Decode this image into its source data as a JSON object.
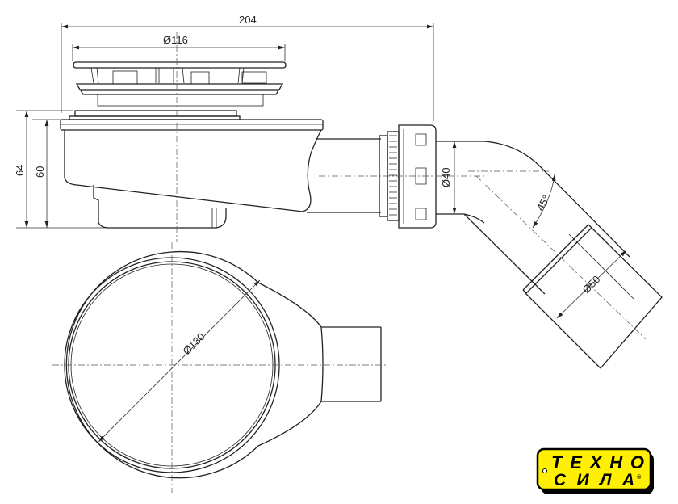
{
  "dimensions": {
    "overall_length": "204",
    "grate_diameter": "Ø116",
    "total_height": "64",
    "body_height": "60",
    "outlet_diameter": "Ø40",
    "elbow_angle": "45°",
    "elbow_outlet_diameter": "Ø50",
    "body_diameter": "Ø130"
  },
  "logo": {
    "line1": "ТЕХНО",
    "line2": "СИЛА",
    "mark": "®",
    "bg_color": "#ffef00",
    "text_color": "#000000"
  }
}
